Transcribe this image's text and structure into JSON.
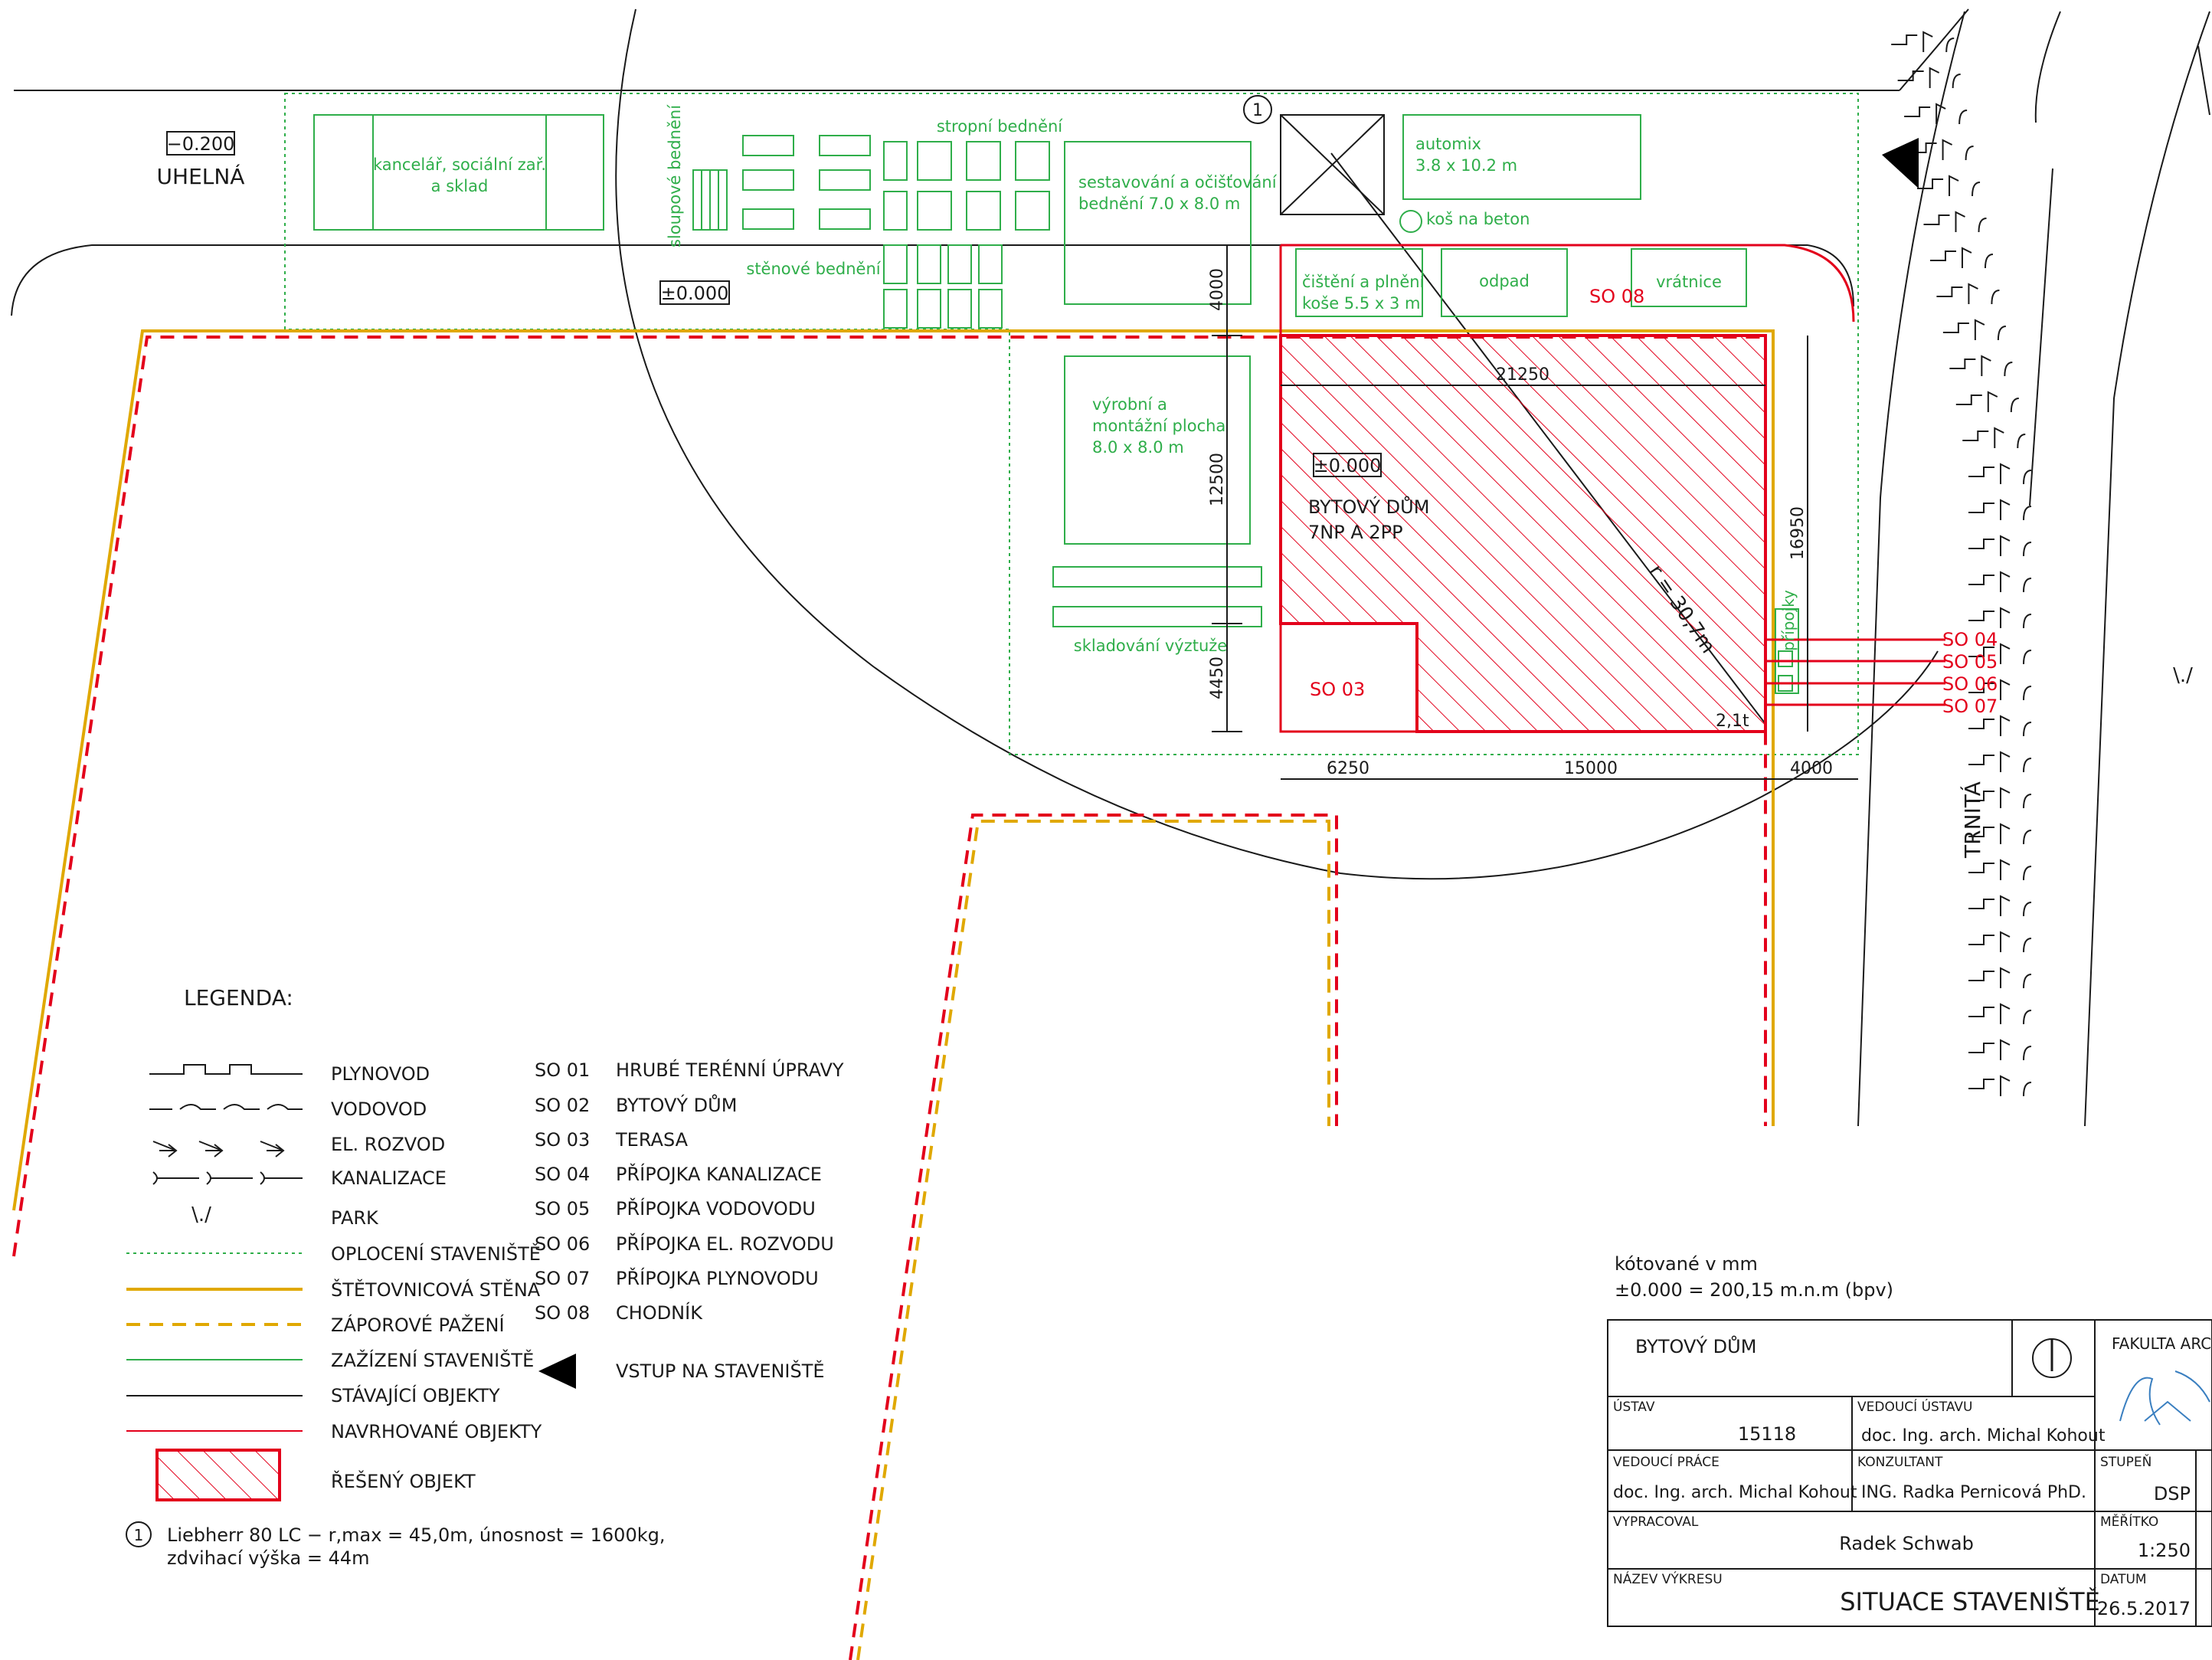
{
  "drawing": {
    "street_north_level": "−0.200",
    "street_north_name": "UHELNÁ",
    "street_east_name": "TRNITÁ",
    "ground_level": "±0.000",
    "building_level": "±0.000",
    "park_symbol": "\\./",
    "crane_marker": "1",
    "crane_radius_label": "r = 30,7m",
    "crane_load_label": "2,1t",
    "so_labels": [
      "SO 04",
      "SO 05",
      "SO 06",
      "SO 07"
    ],
    "so03": "SO 03",
    "so08": "SO 08",
    "building_name_1": "BYTOVÝ DŮM",
    "building_name_2": "7NP A 2PP",
    "site": {
      "office_1": "kancelář, sociální zař.",
      "office_2": "a sklad",
      "column_formwork": "sloupové bednění",
      "ceiling_formwork": "stropní bednění",
      "wall_formwork": "stěnové bednění",
      "assembly_1": "sestavování a očišťování",
      "assembly_2": "bednění 7.0 x 8.0 m",
      "automix_1": "automix",
      "automix_2": "3.8 x 10.2 m",
      "bucket": "koš na beton",
      "cleaning_1": "čištění a plnění",
      "cleaning_2": "koše 5.5 x 3 m",
      "waste": "odpad",
      "gatehouse": "vrátnice",
      "production_1": "výrobní a",
      "production_2": "montážní plocha",
      "production_3": "8.0 x 8.0 m",
      "rebar": "skladování výztuže",
      "connections": "přípojky"
    },
    "dimensions": {
      "d21250": "21250",
      "d4000_v": "4000",
      "d12500": "12500",
      "d4450": "4450",
      "d16950": "16950",
      "d6250": "6250",
      "d15000": "15000",
      "d4000_h": "4000"
    }
  },
  "legend": {
    "title": "LEGENDA:",
    "items": [
      "PLYNOVOD",
      "VODOVOD",
      "EL. ROZVOD",
      "KANALIZACE",
      "PARK",
      "OPLOCENÍ STAVENIŠTĚ",
      "ŠTĚTOVNICOVÁ STĚNA",
      "ZÁPOROVÉ PAŽENÍ",
      "ZAŽÍZENÍ STAVENIŠTĚ",
      "STÁVAJÍCÍ OBJEKTY",
      "NAVRHOVANÉ OBJEKTY",
      "ŘEŠENÝ OBJEKT"
    ],
    "objects": [
      {
        "code": "SO 01",
        "name": "HRUBÉ TERÉNNÍ ÚPRAVY"
      },
      {
        "code": "SO 02",
        "name": "BYTOVÝ DŮM"
      },
      {
        "code": "SO 03",
        "name": "TERASA"
      },
      {
        "code": "SO 04",
        "name": "PŘÍPOJKA KANALIZACE"
      },
      {
        "code": "SO 05",
        "name": "PŘÍPOJKA VODOVODU"
      },
      {
        "code": "SO 06",
        "name": "PŘÍPOJKA  EL. ROZVODU"
      },
      {
        "code": "SO 07",
        "name": "PŘÍPOJKA PLYNOVODU"
      },
      {
        "code": "SO 08",
        "name": "CHODNÍK"
      }
    ],
    "entry": "VSTUP NA STAVENIŠTĚ",
    "crane_num": "1",
    "crane_line1": "Liebherr 80 LC − r,max = 45,0m, únosnost = 1600kg,",
    "crane_line2": "zdvihací výška = 44m"
  },
  "notes": {
    "units": "kótované v mm",
    "datum": "±0.000 = 200,15 m.n.m (bpv)"
  },
  "title_block": {
    "project": "BYTOVÝ DŮM",
    "faculty": "FAKULTA ARCHITE",
    "ustav_label": "ÚSTAV",
    "ustav_value": "15118",
    "vedouci_ustavu_label": "VEDOUCÍ ÚSTAVU",
    "vedouci_ustavu_value": "doc. Ing. arch. Michal Kohout",
    "vedouci_prace_label": "VEDOUCÍ PRÁCE",
    "vedouci_prace_value": "doc. Ing. arch. Michal Kohout",
    "konzultant_label": "KONZULTANT",
    "konzultant_value": "ING.    Radka Pernicová PhD.",
    "stupen_label": "STUPEŇ",
    "stupen_value": "DSP",
    "vypracoval_label": "VYPRACOVAL",
    "vypracoval_value": "Radek Schwab",
    "meritko_label": "MĚŘÍTKO",
    "meritko_value": "1:250",
    "nazev_label": "NÁZEV VÝKRESU",
    "nazev_value": "SITUACE STAVENIŠTĚ",
    "datum_label": "DATUM",
    "datum_value": "26.5.2017"
  },
  "colors": {
    "existing": "#1a1a1a",
    "site": "#2fae4a",
    "proposed": "#e3001b",
    "sheet_pile": "#e0a800"
  }
}
